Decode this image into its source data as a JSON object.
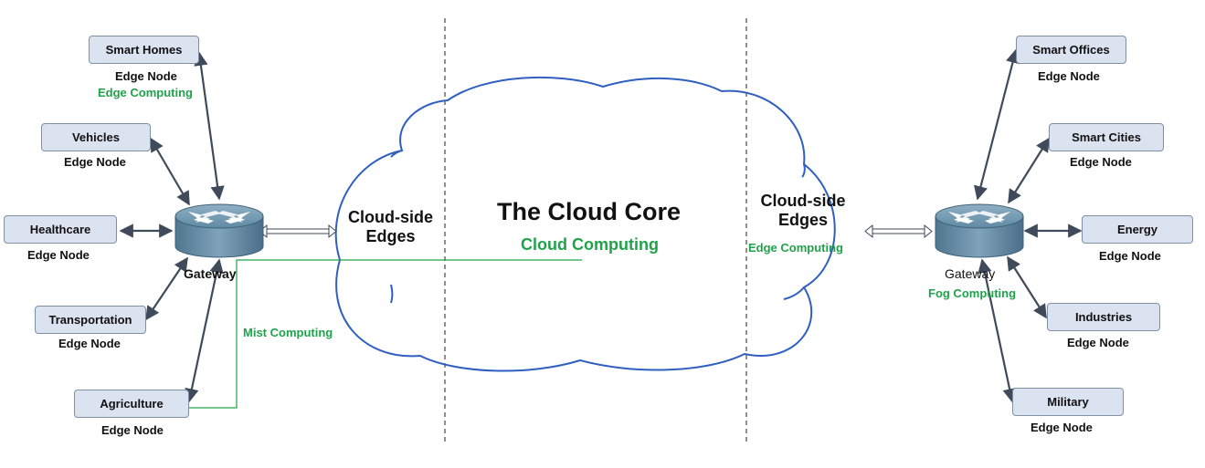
{
  "core": {
    "title": "The Cloud Core",
    "subtitle": "Cloud Computing"
  },
  "cloud_side_left": {
    "line1": "Cloud-side",
    "line2": "Edges"
  },
  "cloud_side_right": {
    "line1": "Cloud-side",
    "line2": "Edges",
    "subtitle": "Edge Computing"
  },
  "gateway_left": {
    "label": "Gateway"
  },
  "gateway_right": {
    "label": "Gateway",
    "subtitle": "Fog Computing"
  },
  "mist_label": "Mist Computing",
  "colors": {
    "green": "#1fa34a",
    "cloud_stroke": "#2f5fc0",
    "box_fill": "#dbe2f0",
    "arrow": "#3f4a5a"
  },
  "left_nodes": [
    {
      "name": "Smart Homes",
      "type": "Edge Node",
      "extra": "Edge Computing"
    },
    {
      "name": "Vehicles",
      "type": "Edge Node"
    },
    {
      "name": "Healthcare",
      "type": "Edge Node"
    },
    {
      "name": "Transportation",
      "type": "Edge Node"
    },
    {
      "name": "Agriculture",
      "type": "Edge Node"
    }
  ],
  "right_nodes": [
    {
      "name": "Smart Offices",
      "type": "Edge Node"
    },
    {
      "name": "Smart Cities",
      "type": "Edge Node"
    },
    {
      "name": "Energy",
      "type": "Edge Node"
    },
    {
      "name": "Industries",
      "type": "Edge Node"
    },
    {
      "name": "Military",
      "type": "Edge Node"
    }
  ]
}
